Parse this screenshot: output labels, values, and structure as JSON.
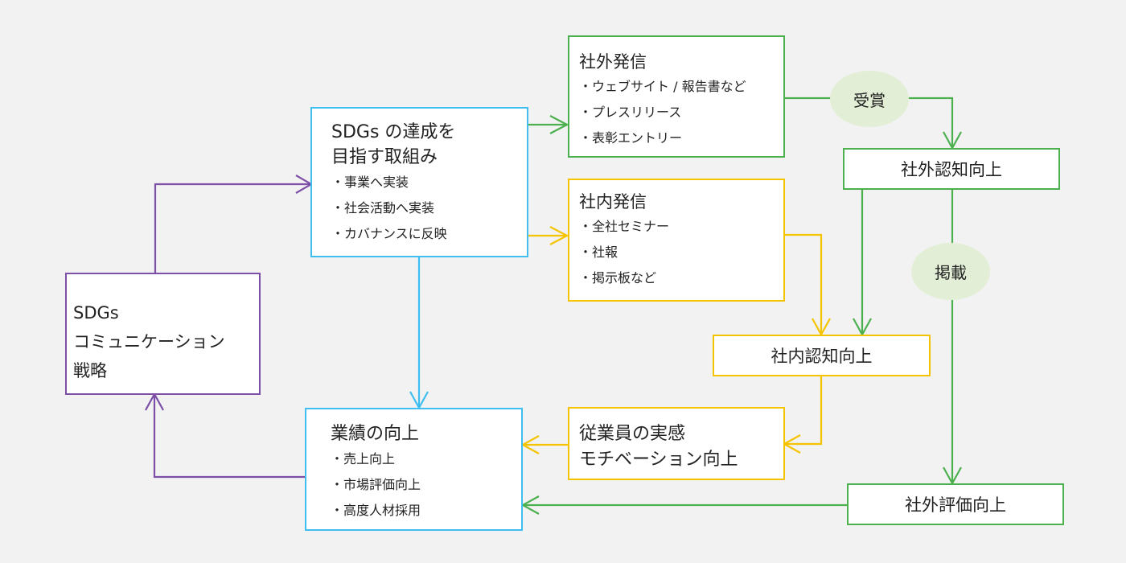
{
  "colors": {
    "background": "#f2f2f2",
    "purple": "#7d4fa6",
    "blue": "#3fbff0",
    "green": "#4cb04e",
    "yellow": "#f5c400",
    "oval_fill": "#e2efd6"
  },
  "strategy": {
    "lines": [
      "SDGs",
      "コミュニケーション",
      "戦略"
    ]
  },
  "initiatives": {
    "title_lines": [
      "SDGs の達成を",
      "目指す取組み"
    ],
    "items": [
      "・事業へ実装",
      "・社会活動へ実装",
      "・カバナンスに反映"
    ]
  },
  "external_comm": {
    "title": "社外発信",
    "items": [
      "・ウェブサイト / 報告書など",
      "・プレスリリース",
      "・表彰エントリー"
    ]
  },
  "internal_comm": {
    "title": "社内発信",
    "items": [
      "・全社セミナー",
      "・社報",
      "・掲示板など"
    ]
  },
  "award": {
    "label": "受賞"
  },
  "publication": {
    "label": "掲載"
  },
  "external_awareness": {
    "label": "社外認知向上"
  },
  "internal_awareness": {
    "label": "社内認知向上"
  },
  "employee_motivation": {
    "lines": [
      "従業員の実感",
      "モチベーション向上"
    ]
  },
  "external_evaluation": {
    "label": "社外評価向上"
  },
  "performance": {
    "title": "業績の向上",
    "items": [
      "・売上向上",
      "・市場評価向上",
      "・高度人材採用"
    ]
  }
}
